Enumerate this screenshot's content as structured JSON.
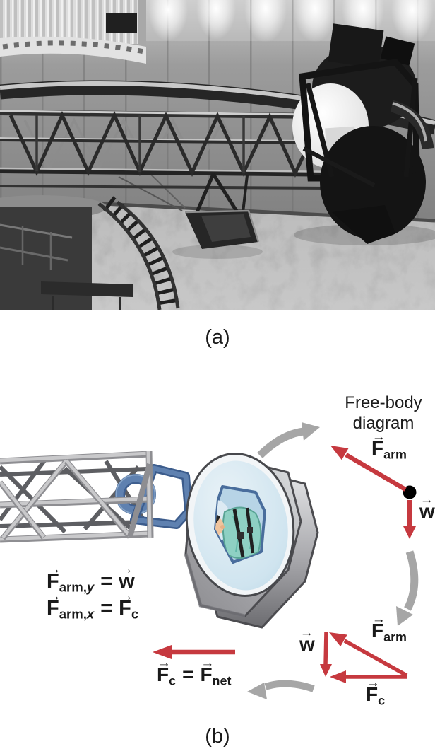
{
  "notation": {
    "vector_arrow": "→",
    "equals": "="
  },
  "colors": {
    "force_red": "#c6393f",
    "rotation_arrow_gray": "#a6a6a6",
    "text_black": "#1a1a1a",
    "connector_blue": "#5f81b0",
    "capsule_gray": "#a8a8ac",
    "window_blue": "#cde2ee"
  },
  "panel_a": {
    "caption": "(a)",
    "photo_subject": "centrifuge-photo"
  },
  "panel_b": {
    "caption": "(b)",
    "fbd_title_line1": "Free-body",
    "fbd_title_line2": "diagram",
    "fbd": {
      "f_arm": {
        "base": "F",
        "sub": "arm"
      },
      "w": {
        "base": "w",
        "sub": ""
      }
    },
    "component_equations": {
      "eq1": {
        "lhs_base": "F",
        "lhs_sub": "arm,",
        "lhs_sub_var": "y",
        "rhs_base": "w",
        "rhs_sub": ""
      },
      "eq2": {
        "lhs_base": "F",
        "lhs_sub": "arm,",
        "lhs_sub_var": "x",
        "rhs_base": "F",
        "rhs_sub": "c"
      }
    },
    "net_force_equation": {
      "lhs_base": "F",
      "lhs_sub": "c",
      "rhs_base": "F",
      "rhs_sub": "net"
    },
    "triangle": {
      "w": {
        "base": "w",
        "sub": ""
      },
      "f_arm": {
        "base": "F",
        "sub": "arm"
      },
      "f_c": {
        "base": "F",
        "sub": "c"
      }
    }
  }
}
